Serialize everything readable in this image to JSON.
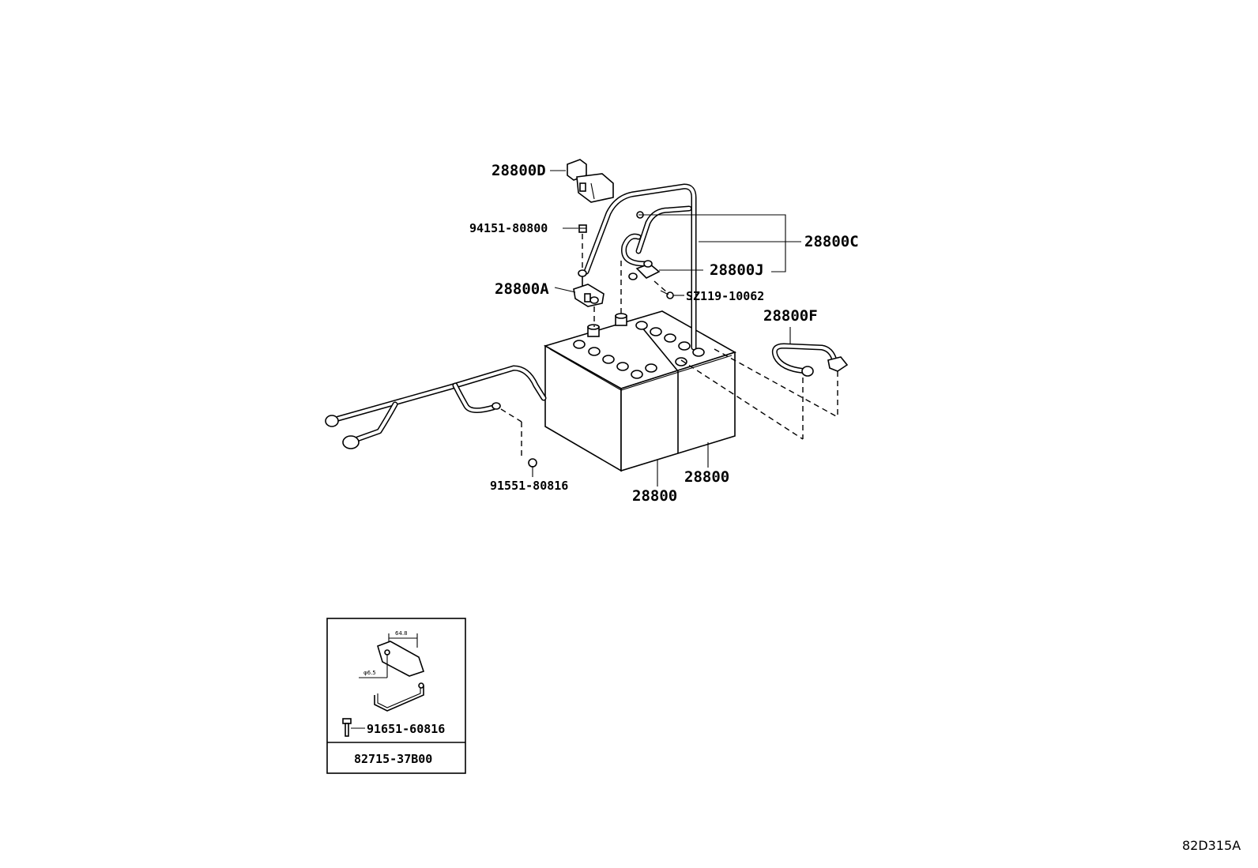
{
  "labels": {
    "terminal_cover": "28800D",
    "nut": "94151-80800",
    "positive_clamp": "28800A",
    "cable_assembly": "28800C",
    "cable_clamp": "28800J",
    "screw": "SZ119-10062",
    "negative_cable": "28800F",
    "bolt_harness": "91551-80816",
    "battery_front": "28800",
    "battery_rear": "28800"
  },
  "inset": {
    "dimension": "64.8",
    "diameter": "φ6.5",
    "bolt": "91651-60816",
    "part": "82715-37B00"
  },
  "diagram_code": "82D315A"
}
